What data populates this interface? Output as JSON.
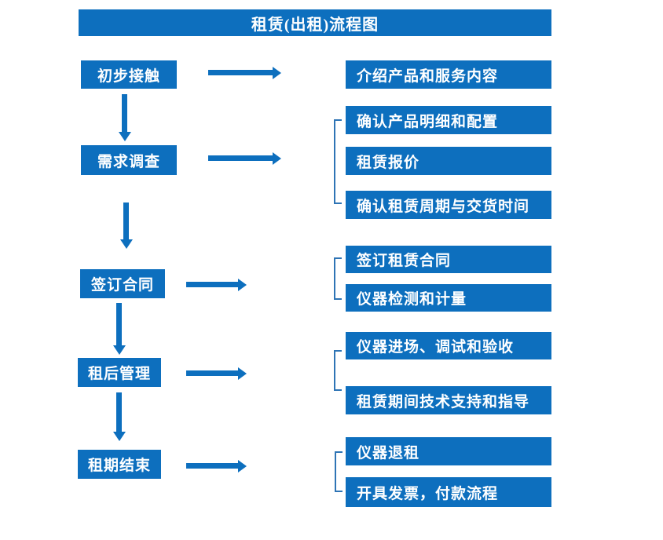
{
  "title": "租赁(出租)流程图",
  "colors": {
    "primary_blue": "#0d6fbe",
    "bracket_blue": "#2e74b5",
    "text_white": "#ffffff",
    "background": "#ffffff"
  },
  "flow": {
    "stages": [
      {
        "label": "初步接触",
        "details": [
          "介绍产品和服务内容"
        ]
      },
      {
        "label": "需求调查",
        "details": [
          "确认产品明细和配置",
          "租赁报价",
          "确认租赁周期与交货时间"
        ]
      },
      {
        "label": "签订合同",
        "details": [
          "签订租赁合同",
          "仪器检测和计量"
        ]
      },
      {
        "label": "租后管理",
        "details": [
          "仪器进场、调试和验收",
          "租赁期间技术支持和指导"
        ]
      },
      {
        "label": "租期结束",
        "details": [
          "仪器退租",
          "开具发票，付款流程"
        ]
      }
    ]
  }
}
